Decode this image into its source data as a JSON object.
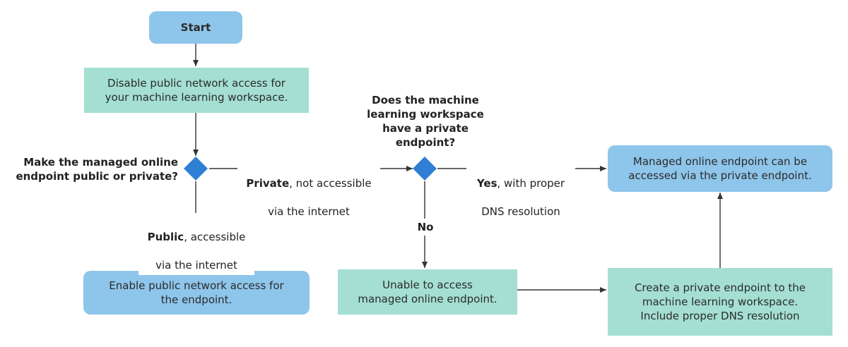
{
  "colors": {
    "green": "#a4dfd2",
    "blue": "#8ec5ea",
    "diamond": "#2f7fd4",
    "line": "#333333"
  },
  "nodes": {
    "start": "Start",
    "disable_access": "Disable public network access for\nyour machine learning workspace.",
    "enable_access": "Enable public network access for\nthe endpoint.",
    "unable_access": "Unable to access\nmanaged online endpoint.",
    "create_private": "Create a private endpoint to the\nmachine learning workspace.\nInclude proper DNS resolution",
    "accessible_private": "Managed online endpoint can be\naccessed via the private endpoint."
  },
  "decisions": {
    "endpoint_question": "Make the managed online\nendpoint public or private?",
    "workspace_question": "Does the machine\nlearning workspace\nhave a private\nendpoint?"
  },
  "edge_labels": {
    "private_bold": "Private",
    "private_rest": ", not accessible",
    "private_line2": "via the internet",
    "public_bold": "Public",
    "public_rest": ", accessible",
    "public_line2": "via the internet",
    "yes_bold": "Yes",
    "yes_rest": ", with proper",
    "yes_line2": "DNS resolution",
    "no": "No"
  }
}
